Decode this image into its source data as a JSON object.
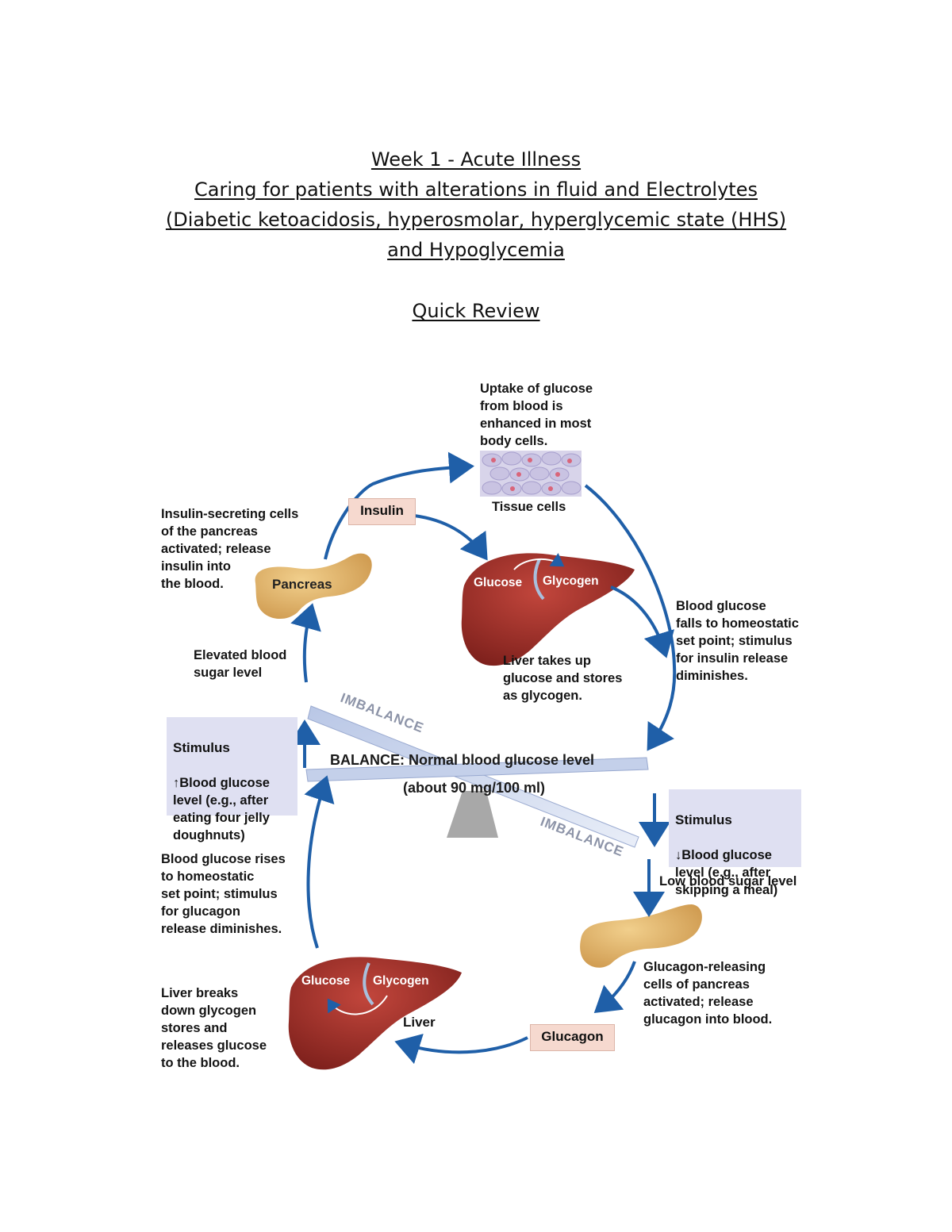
{
  "header": {
    "line1": "Week 1 - Acute Illness",
    "line2": "Caring for patients with alterations in fluid and Electrolytes",
    "line3": "(Diabetic ketoacidosis, hyperosmolar, hyperglycemic state (HHS)",
    "line4": "and Hypoglycemia",
    "subtitle": "Quick Review"
  },
  "diagram": {
    "uptake_text": "Uptake of glucose\nfrom blood is\nenhanced in most\nbody cells.",
    "tissue_cells": "Tissue cells",
    "insulin": "Insulin",
    "insulin_cells_text": "Insulin-secreting cells\nof the pancreas\nactivated; release\ninsulin into\nthe blood.",
    "pancreas": "Pancreas",
    "glucose_top": "Glucose",
    "glycogen_top": "Glycogen",
    "liver_takes_text": "Liver takes up\nglucose and stores\nas glycogen.",
    "blood_falls_text": "Blood glucose\nfalls to homeostatic\nset point; stimulus\nfor insulin release\ndiminishes.",
    "elevated_text": "Elevated blood\nsugar level",
    "imbalance_top": "IMBALANCE",
    "balance_line1": "BALANCE: Normal blood glucose level",
    "balance_line2": "(about 90 mg/100 ml)",
    "imbalance_bottom": "IMBALANCE",
    "stimulus_left_title": "Stimulus",
    "stimulus_left_text": "↑Blood glucose\nlevel (e.g., after\neating four jelly\ndoughnuts)",
    "stimulus_right_title": "Stimulus",
    "stimulus_right_text": "↓Blood glucose\nlevel (e.g., after\nskipping a meal)",
    "low_blood_text": "Low blood sugar level",
    "blood_rises_text": "Blood glucose rises\nto homeostatic\nset point; stimulus\nfor glucagon\nrelease diminishes.",
    "glucagon_cells_text": "Glucagon-releasing\ncells of pancreas\nactivated; release\nglucagon into blood.",
    "glucose_bottom": "Glucose",
    "glycogen_bottom": "Glycogen",
    "liver": "Liver",
    "glucagon": "Glucagon",
    "liver_breaks_text": "Liver breaks\ndown glycogen\nstores and\nreleases glucose\nto the blood.",
    "colors": {
      "arrow": "#1f5fa8",
      "liver": "#9b2b25",
      "pancreas": "#e3b56a",
      "label_box": "#f6d9cf",
      "stimulus_box": "#dfe0f2"
    }
  }
}
